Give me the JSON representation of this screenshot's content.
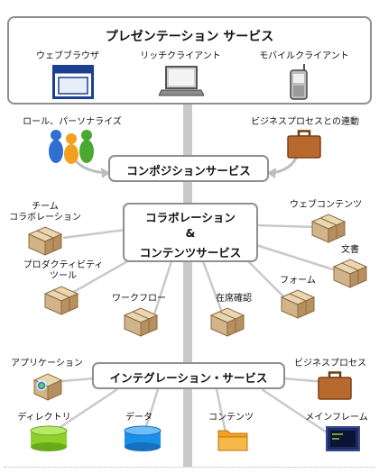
{
  "presentation": {
    "title": "プレゼンテーション サービス",
    "clients": {
      "browser": "ウェブブラウザ",
      "rich": "リッチクライアント",
      "mobile": "モバイルクライアント"
    }
  },
  "composition": {
    "title": "コンポジションサービス",
    "left_label": "ロール、パーソナライズ",
    "right_label": "ビジネスプロセスとの連動"
  },
  "collaboration": {
    "title_line1": "コラボレーション",
    "title_line2": "&",
    "title_line3": "コンテンツサービス",
    "items": {
      "team_line1": "チーム",
      "team_line2": "コラボレーション",
      "productivity_line1": "プロダクティビティ",
      "productivity_line2": "ツール",
      "workflow": "ワークフロー",
      "presence": "在席確認",
      "form": "フォーム",
      "document": "文書",
      "web_contents": "ウェブコンテンツ"
    }
  },
  "integration": {
    "title": "インテグレーション・サービス",
    "items": {
      "application": "アプリケーション",
      "business_process": "ビジネスプロセス",
      "directory": "ディレクトリ",
      "data": "データ",
      "contents": "コンテンツ",
      "mainframe": "メインフレーム"
    }
  },
  "colors": {
    "spine": "#c9c9c9",
    "box_border": "#8f8f8f",
    "package": "#d2b48a",
    "directory_db": "#8fd12b",
    "data_db": "#1c8fe8",
    "folder": "#f3a21f",
    "briefcase": "#b86a2e"
  }
}
